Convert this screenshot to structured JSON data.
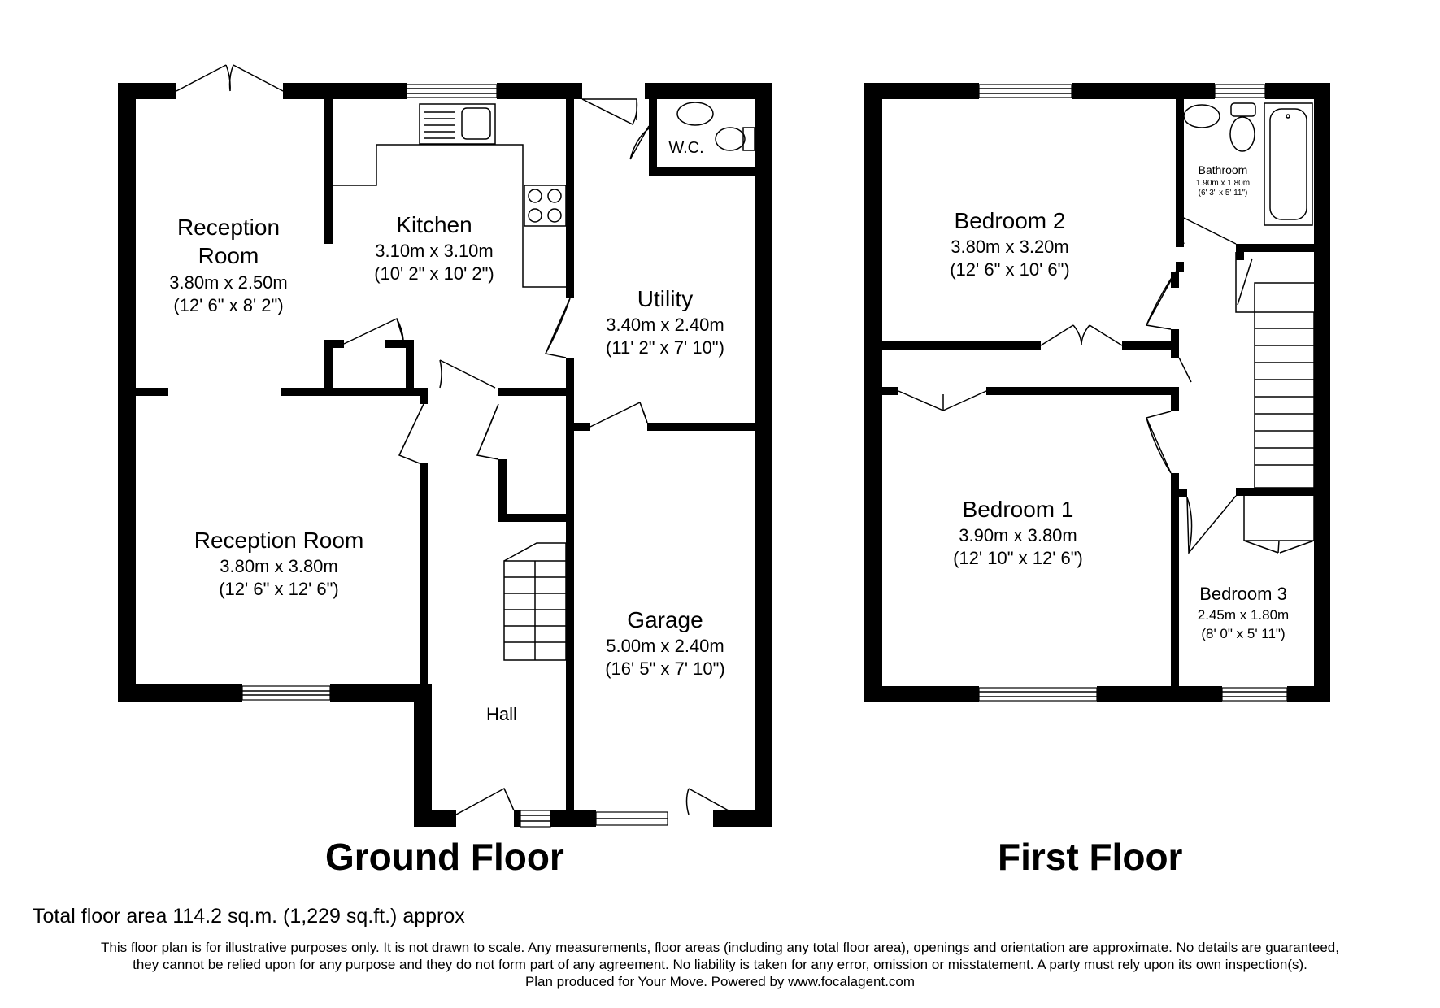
{
  "ground_floor": {
    "title": "Ground Floor",
    "rooms": {
      "reception_room_front": {
        "name_line1": "Reception",
        "name_line2": "Room",
        "metric": "3.80m x 2.50m",
        "imperial": "(12' 6\" x 8' 2\")"
      },
      "kitchen": {
        "name": "Kitchen",
        "metric": "3.10m x 3.10m",
        "imperial": "(10' 2\" x 10' 2\")"
      },
      "wc": {
        "name": "W.C."
      },
      "utility": {
        "name": "Utility",
        "metric": "3.40m x 2.40m",
        "imperial": "(11' 2\" x 7' 10\")"
      },
      "reception_room_rear": {
        "name": "Reception Room",
        "metric": "3.80m x 3.80m",
        "imperial": "(12' 6\" x 12' 6\")"
      },
      "garage": {
        "name": "Garage",
        "metric": "5.00m x 2.40m",
        "imperial": "(16' 5\" x 7' 10\")"
      },
      "hall": {
        "name": "Hall"
      }
    }
  },
  "first_floor": {
    "title": "First Floor",
    "rooms": {
      "bedroom_2": {
        "name": "Bedroom 2",
        "metric": "3.80m x 3.20m",
        "imperial": "(12' 6\" x 10' 6\")"
      },
      "bathroom": {
        "name": "Bathroom",
        "metric": "1.90m x 1.80m",
        "imperial": "(6' 3\" x 5' 11\")"
      },
      "bedroom_1": {
        "name": "Bedroom 1",
        "metric": "3.90m x 3.80m",
        "imperial": "(12' 10\" x 12' 6\")"
      },
      "bedroom_3": {
        "name": "Bedroom 3",
        "metric": "2.45m x 1.80m",
        "imperial": "(8' 0\" x 5' 11\")"
      }
    }
  },
  "total_area": "Total floor area 114.2 sq.m. (1,229 sq.ft.) approx",
  "disclaimer": {
    "line1": "This floor plan is for illustrative purposes only. It is not drawn to scale. Any measurements, floor areas (including any total floor area), openings and orientation are approximate. No details are guaranteed,",
    "line2": "they cannot be relied upon for any purpose and they do not form part of any agreement. No liability is taken for any error, omission or misstatement. A party must rely upon its own inspection(s).",
    "line3": "Plan produced for Your Move. Powered by www.focalagent.com"
  }
}
